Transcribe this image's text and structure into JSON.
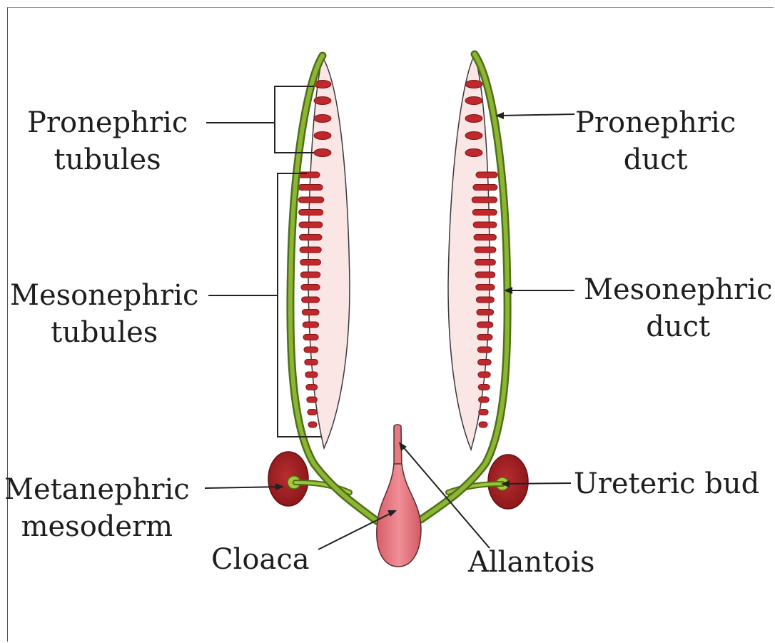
{
  "labels": {
    "pronephric_tubules": [
      "Pronephric",
      "tubules"
    ],
    "mesonephric_tubules": [
      "Mesonephric",
      "tubules"
    ],
    "metanephric_mesoderm": [
      "Metanephric",
      "mesoderm"
    ],
    "cloaca": "Cloaca",
    "pronephric_duct": [
      "Pronephric",
      "duct"
    ],
    "mesonephric_duct": [
      "Mesonephric",
      "duct"
    ],
    "ureteric_bud": "Ureteric bud",
    "allantois": "Allantois"
  },
  "colors": {
    "duct_green": "#6f9a27",
    "duct_green_light": "#9cc43a",
    "kidney_pink": "#fbe6e6",
    "tubule_red": "#c0282b",
    "metanephros_red": "#9b1c1f",
    "cloaca_pink": "#e0707a",
    "line": "#222222"
  }
}
